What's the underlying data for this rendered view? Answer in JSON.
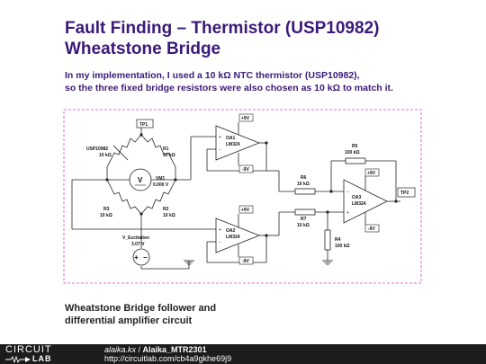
{
  "title": {
    "line1": "Fault Finding – Thermistor (USP10982)",
    "line2": "Wheatstone Bridge"
  },
  "intro": {
    "line1": "In my implementation, I used a 10 kΩ NTC thermistor (USP10982),",
    "line2": "so the three fixed bridge resistors were also chosen as 10 kΩ to match it."
  },
  "schematic": {
    "components": {
      "tp1": "TP1",
      "thermistor_name": "USP10982",
      "thermistor_value": "10 kΩ",
      "r1_name": "R1",
      "r1_value": "10 kΩ",
      "r2_name": "R2",
      "r2_value": "10 kΩ",
      "r3_name": "R3",
      "r3_value": "10 kΩ",
      "vm1_name": "VM1",
      "vm1_reading": "0.000 V",
      "vexc_name": "V_Excitation",
      "vexc_value": "3.07 V",
      "oa1_name": "OA1",
      "oa1_part": "LM324",
      "oa2_name": "OA2",
      "oa2_part": "LM324",
      "oa3_name": "OA3",
      "oa3_part": "LM324",
      "oa1_pos_rail": "+9V",
      "oa1_neg_rail": "-9V",
      "oa2_pos_rail": "+9V",
      "oa2_neg_rail": "-9V",
      "oa3_pos_rail": "+9V",
      "oa3_neg_rail": "-9V",
      "r4_name": "R4",
      "r4_value": "100 kΩ",
      "r5_name": "R5",
      "r5_value": "100 kΩ",
      "r6_name": "R6",
      "r6_value": "10 kΩ",
      "r7_name": "R7",
      "r7_value": "10 kΩ",
      "tp2": "TP2",
      "plus_sign": "+",
      "minus_sign": "−",
      "meter_symbol": "V"
    }
  },
  "caption": {
    "line1": "Wheatstone Bridge follower and",
    "line2": "differential amplifier circuit"
  },
  "footer": {
    "logo_top": "CIRCUIT",
    "logo_bottom": "LAB",
    "author_user": "alaika.kx",
    "author_separator": " / ",
    "author_project": "Alaika_MTR2301",
    "url": "http://circuitlab.com/cb4a9gkhe69j9",
    "accent": "#f5a623"
  }
}
